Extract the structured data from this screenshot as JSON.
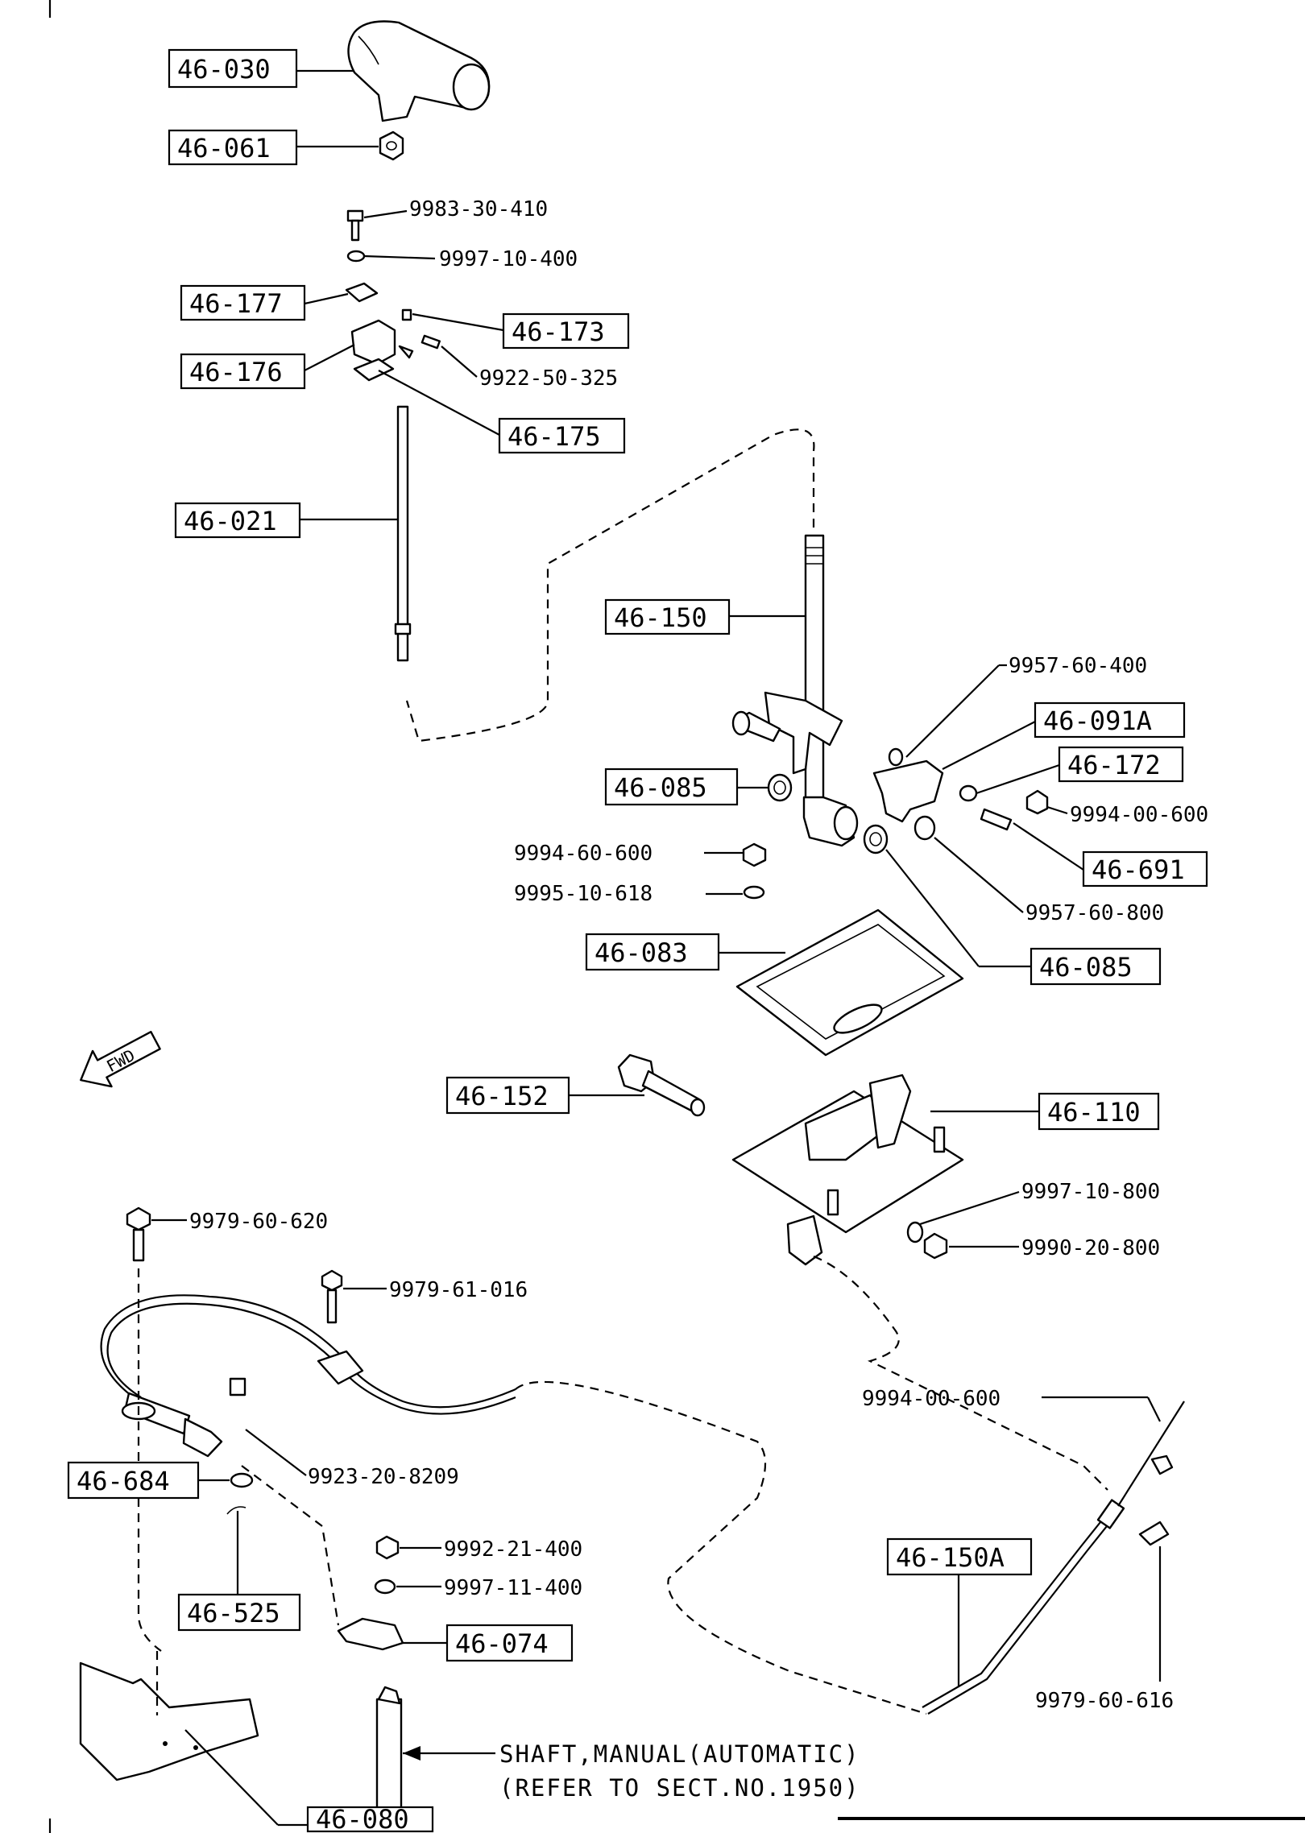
{
  "boxed_labels": {
    "knob": "46-030",
    "knob_nut": "46-061",
    "plate_177": "46-177",
    "pin_173": "46-173",
    "bracket_176": "46-176",
    "plate_175": "46-175",
    "rod_021": "46-021",
    "lever_150": "46-150",
    "lever_091a": "46-091A",
    "pin_172": "46-172",
    "bush_085_left": "46-085",
    "joint_691": "46-691",
    "bush_085_right": "46-085",
    "boot_083": "46-083",
    "bolt_152": "46-152",
    "base_110": "46-110",
    "washer_684": "46-684",
    "clip_525": "46-525",
    "rod_150a": "46-150A",
    "bracket_074": "46-074",
    "bracket_080": "46-080"
  },
  "plain_labels": {
    "bolt_top": "9983-30-410",
    "washer_top": "9997-10-400",
    "spring_pin": "9922-50-325",
    "clip_9957_400": "9957-60-400",
    "nut_9994_00_600_a": "9994-00-600",
    "nut_9994_60_600": "9994-60-600",
    "washer_9995": "9995-10-618",
    "clip_9957_800": "9957-60-800",
    "washer_9997_800": "9997-10-800",
    "nut_9990": "9990-20-800",
    "bolt_9979_620": "9979-60-620",
    "bolt_9979_016": "9979-61-016",
    "pin_9923": "9923-20-8209",
    "nut_9992": "9992-21-400",
    "washer_9997_11": "9997-11-400",
    "nut_9994_00_600_b": "9994-00-600",
    "bolt_9979_616": "9979-60-616"
  },
  "arrow": "FWD",
  "note_line1": "SHAFT,MANUAL(AUTOMATIC)",
  "note_line2": "(REFER TO SECT.NO.1950)"
}
